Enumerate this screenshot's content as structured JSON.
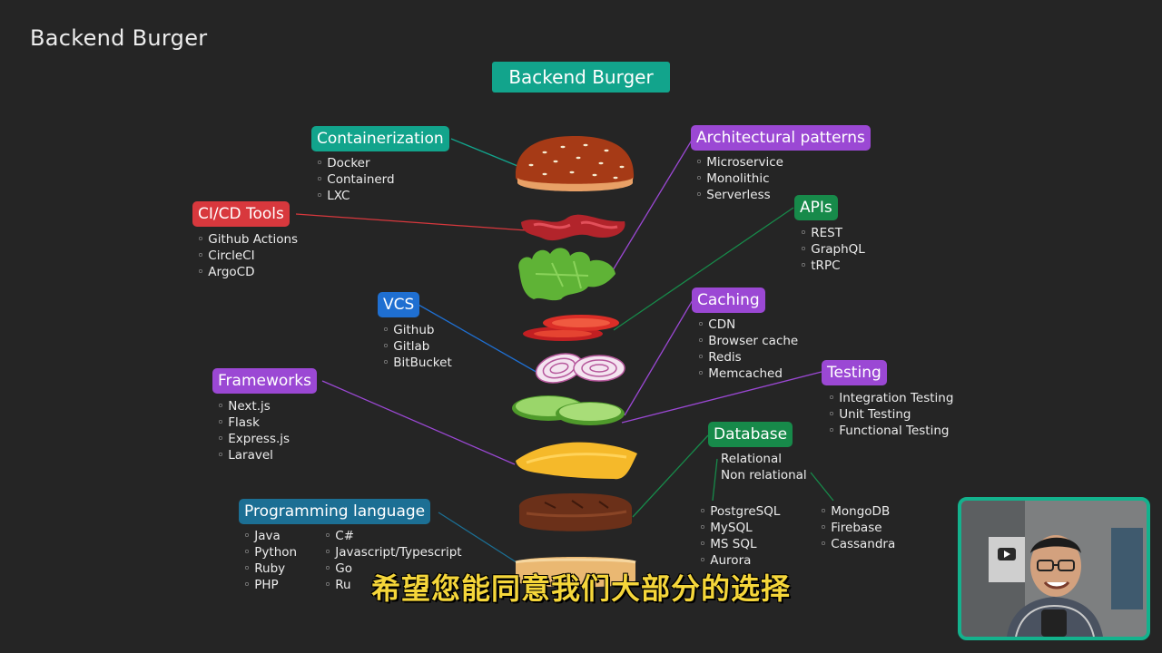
{
  "page_title": "Backend Burger",
  "center_title": "Backend Burger",
  "subtitle": "希望您能同意我们大部分的选择",
  "colors": {
    "background": "#252525",
    "teal": "#12a48c",
    "red": "#d8383d",
    "purple": "#9b48d4",
    "blue": "#1f6fd1",
    "green": "#178a4a",
    "cyan_blue": "#1c6f94",
    "subtitle": "#f5d63a"
  },
  "sections": {
    "containerization": {
      "label": "Containerization",
      "items": [
        "Docker",
        "Containerd",
        "LXC"
      ]
    },
    "cicd": {
      "label": "CI/CD Tools",
      "items": [
        "Github Actions",
        "CircleCI",
        "ArgoCD"
      ]
    },
    "vcs": {
      "label": "VCS",
      "items": [
        "Github",
        "Gitlab",
        "BitBucket"
      ]
    },
    "frameworks": {
      "label": "Frameworks",
      "items": [
        "Next.js",
        "Flask",
        "Express.js",
        "Laravel"
      ]
    },
    "programming": {
      "label": "Programming language",
      "items_col1": [
        "Java",
        "Python",
        "Ruby",
        "PHP"
      ],
      "items_col2": [
        "C#",
        "Javascript/Typescript",
        "Go",
        "Ru"
      ]
    },
    "architectural": {
      "label": "Architectural patterns",
      "items": [
        "Microservice",
        "Monolithic",
        "Serverless"
      ]
    },
    "apis": {
      "label": "APIs",
      "items": [
        "REST",
        "GraphQL",
        "tRPC"
      ]
    },
    "caching": {
      "label": "Caching",
      "items": [
        "CDN",
        "Browser cache",
        "Redis",
        "Memcached"
      ]
    },
    "testing": {
      "label": "Testing",
      "items": [
        "Integration Testing",
        "Unit Testing",
        "Functional Testing"
      ]
    },
    "database": {
      "label": "Database",
      "types": [
        "Relational",
        "Non relational"
      ],
      "relational": [
        "PostgreSQL",
        "MySQL",
        "MS SQL",
        "Aurora"
      ],
      "non_relational": [
        "MongoDB",
        "Firebase",
        "Cassandra"
      ]
    }
  },
  "burger_layers": [
    "bun-top",
    "bacon",
    "lettuce",
    "tomato",
    "onion",
    "cucumber",
    "cheese",
    "patty",
    "bun-bottom"
  ]
}
